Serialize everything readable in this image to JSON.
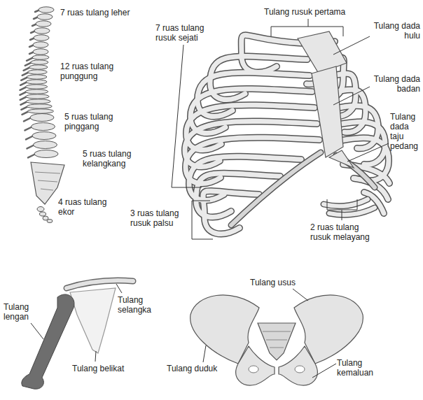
{
  "diagram": {
    "labels": [
      "7 ruas tulang leher",
      "12 ruas tulang punggung",
      "5 ruas tulang pinggang",
      "5 ruas tulang kelangkang",
      "4 ruas tulang ekor",
      "Tulang rusuk pertama",
      "7 ruas tulang rusuk sejati",
      "Tulang dada hulu",
      "Tulang dada badan",
      "Tulang dada taju pedang",
      "3 ruas tulang rusuk palsu",
      "2 ruas tulang rusuk melayang",
      "Tulang lengan",
      "Tulang selangka",
      "Tulang belikat",
      "Tulang usus",
      "Tulang duduk",
      "Tulang kemaluan"
    ]
  }
}
